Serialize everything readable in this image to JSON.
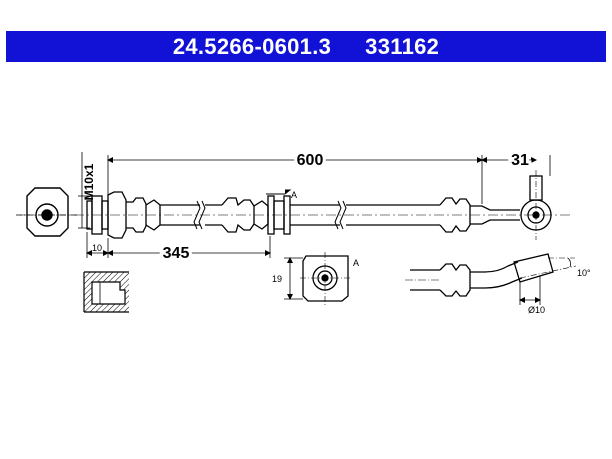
{
  "header": {
    "part_number": "24.5266-0601.3",
    "ref_number": "331162"
  },
  "dimensions": {
    "total_length": "600",
    "end_length": "31",
    "mid_length": "345",
    "thread": "M10x1",
    "nut_width": "10",
    "bracket_height": "19",
    "bend_angle": "10°",
    "eye_diameter": "Ø10"
  },
  "labels": {
    "section_a_top": "A",
    "section_a_view": "A"
  },
  "colors": {
    "header_background": "#1212d6",
    "header_text": "#ffffff",
    "line": "#000000"
  }
}
